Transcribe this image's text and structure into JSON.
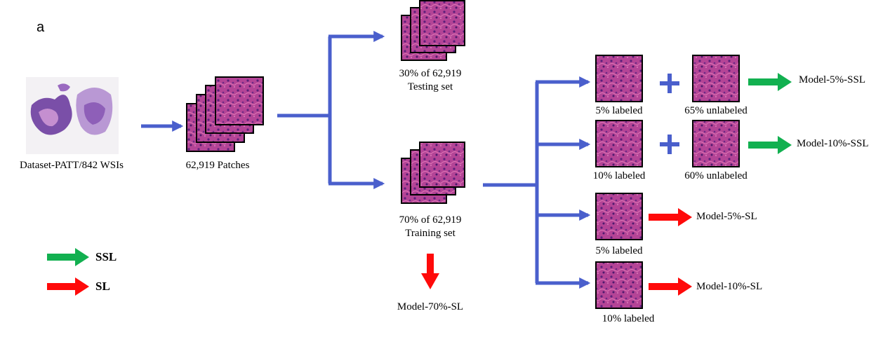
{
  "panel_letter": "a",
  "labels": {
    "wsi": "Dataset-PATT/842 WSIs",
    "patches": "62,919 Patches",
    "testing_pct": "30% of 62,919",
    "testing_set": "Testing set",
    "training_pct": "70% of 62,919",
    "training_set": "Training set",
    "model_70_sl": "Model-70%-SL"
  },
  "branches": [
    {
      "labeled": "5% labeled",
      "unlabeled": "65% unlabeled",
      "model": "Model-5%-SSL",
      "kind": "SSL"
    },
    {
      "labeled": "10% labeled",
      "unlabeled": "60% unlabeled",
      "model": "Model-10%-SSL",
      "kind": "SSL"
    },
    {
      "labeled": "5% labeled",
      "unlabeled": "",
      "model": "Model-5%-SL",
      "kind": "SL"
    },
    {
      "labeled": "10% labeled",
      "unlabeled": "",
      "model": "Model-10%-SL",
      "kind": "SL"
    }
  ],
  "legend": [
    {
      "label": "SSL",
      "color": "#12b050"
    },
    {
      "label": "SL",
      "color": "#ff0a0a"
    }
  ],
  "colors": {
    "flow_arrow": "#4a5fcc",
    "ssl_arrow": "#12b050",
    "sl_arrow": "#ff0a0a",
    "plus": "#4a5fcc",
    "tissue": "#b44496"
  },
  "icons": [
    "wsi-slide-image",
    "patch-stack-icon",
    "patch-tile-image",
    "plus-icon"
  ]
}
